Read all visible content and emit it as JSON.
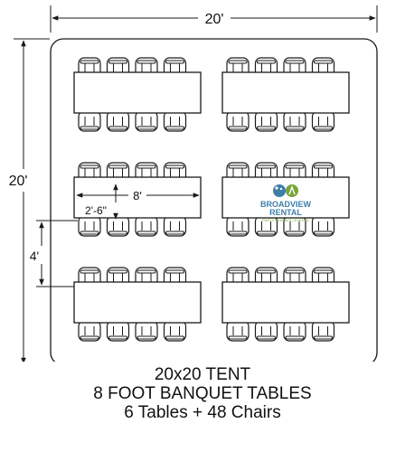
{
  "dimensions": {
    "width_label": "20'",
    "depth_label": "20'",
    "aisle_label": "4'",
    "table_length_label": "8'",
    "table_width_label": "2'-6\""
  },
  "layout": {
    "table_rows": 3,
    "table_columns": 2,
    "chairs_per_side": 4,
    "total_tables": 6,
    "total_chairs": 48
  },
  "logo": {
    "name_line1": "BROADVIEW",
    "name_line2": "RENTAL",
    "tagline": "PARTY RENTALS | EVENTS",
    "colors": {
      "primary": "#3d7fa8",
      "secondary": "#7aa33a",
      "gray": "#8a8a8a"
    }
  },
  "caption": {
    "line1": "20x20 TENT",
    "line2": "8 FOOT BANQUET TABLES",
    "line3": "6 Tables + 48 Chairs"
  },
  "colors": {
    "line": "#1a1a1a",
    "background": "#ffffff"
  }
}
